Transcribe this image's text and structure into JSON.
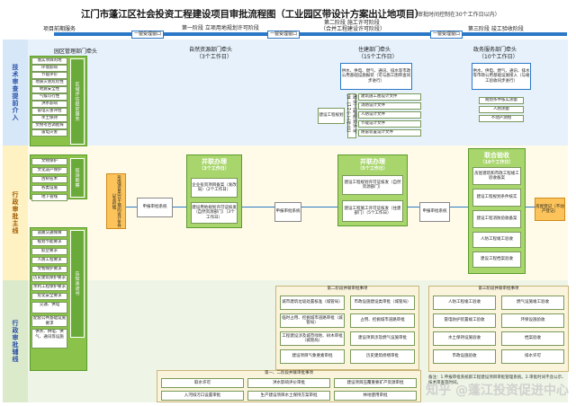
{
  "title": "江门市蓬江区社会投资工程建设项目审批流程图（工业园区带设计方案出让地项目）",
  "subtitle": "（审批时间控制在30个工作日以内）",
  "phases": {
    "pre": "项目前期服务",
    "p1": "第一阶段 立项用地规划许可阶段",
    "p2a": "第二阶段 施工许可阶段",
    "p2b": "（合并工程建设许可阶段）",
    "p3": "第三阶段 竣工验收阶段"
  },
  "stage_tags": [
    "一窗受理窗口",
    "一窗受理窗口",
    "一窗受理窗口",
    "一窗受理窗口"
  ],
  "lanes": {
    "lane1": "技术审查提前介入",
    "lane2": "行政审批主线",
    "lane3": "行政审批辅线"
  },
  "park_dept": "园区管理部门牵头",
  "pre_services": [
    "落实项目的地",
    "环境影响",
    "节能评价",
    "地质灾害危险性",
    "地震安全性",
    "气候可行性",
    "洪水影响",
    "雷电灾害评估",
    "水土保持",
    "文物考古调勘探",
    "雷电灾害"
  ],
  "pre_side_label": "区域评估提前服务",
  "pre_services2": [
    "文物保护",
    "文化遗产保护",
    "古树名木",
    "各类设施",
    "地下管线"
  ],
  "pre_side_label2": "现场勘察",
  "pre_services3": [
    "道路交通保障",
    "规划节能要求",
    "航空要求",
    "人防工程要求",
    "文物保护要求",
    "历史建筑保护要求",
    "水利工程保护要求",
    "危化安全要求",
    "交通、供电",
    "配套公共基础设施要求",
    "供水、供电、供气、通讯等设施"
  ],
  "pre_side_label3": "告知承诺书",
  "pre_output": "形成项目出让土地的设计条件以及控规",
  "accept1": "申报审批系统",
  "p1_dept": "自然资源部门牵头",
  "p1_days": "（3个工作日）",
  "p1_green_title": "并联办理",
  "p1_green_days": "（3个工作日）",
  "p1_items": [
    "企业投资项目备案（发改局）（2个工作日）",
    "建设用地规划许可证核发（自然资源部门）（3个工作日）"
  ],
  "p2_dept": "住建部门牵头",
  "p2_days": "（15个工作日）",
  "p2_top": "供水、供电、燃气、通讯、排水等市政公用基础设施报装（可与施工图审查同步进行）",
  "p2_label": "建设工程规划",
  "p2_side": "建设工程规划许可证（12个工作日）",
  "p2_docs": [
    "建筑施工图设计文件",
    "消防设计文件",
    "人防设计文件",
    "节能设计文件",
    "防雷装置设计文件"
  ],
  "p2_green_title": "并联办理",
  "p2_green_days": "（5个工作日）",
  "p2_items": [
    "建设工程规划许可证核发（自然资源部门）",
    "建设工程施工许可证核发（住建部门）（5个工作日）"
  ],
  "p3_dept": "政务服务部门牵头",
  "p3_days": "（10个工作日）",
  "p3_top": "供水、供电、燃气、通讯、排水等市政公用基础设施接入（与竣工验收同步进行）",
  "p3_docs": [
    "规划条件核实测量",
    "人防测量",
    "不动产测绘"
  ],
  "p3_green_title": "联合验收",
  "p3_green_days": "（10个工作日）",
  "p3_items": [
    "房屋建筑和市政工程竣工验收备案",
    "建设工程规划条件核实",
    "建设工程消防验收备案",
    "人防工程竣工验收",
    "建设工程档案验收"
  ],
  "p3_output": "房屋登记（不动产登记）",
  "accept_labels": [
    "申报审批系统",
    "申报审批系统",
    "申报审批系统"
  ],
  "panel1_title": "第二阶段并联审批事项",
  "panel1_items": [
    "城市建筑垃圾处置核准（城管局）",
    "市政设施建设类审批（城管局）",
    "临时占用、挖掘城市道路审批（城管局）",
    "占用、挖掘城市道路审批",
    "工程建设涉及城市绿地、树木审批（城管局）",
    "建设项目涉及燃气设施审批",
    "建设项目气象要素审批",
    "历史建筑修缮审批"
  ],
  "panel2_title": "第三阶段并联审批事项",
  "panel2_items": [
    "人防工程竣工验收",
    "燃气设施竣工验收",
    "雷电防护装置竣工验收",
    "环保设施验收",
    "水土保持设施验收",
    "档案验收",
    "市政设施验收",
    "排水许可"
  ],
  "panel3_title": "第一、二阶段并联审批事项",
  "panel3_items": [
    "取水许可",
    "洪水影响评价审批",
    "建设项目压覆重要矿产资源审批",
    "入河排污口设置审批",
    "生产建设项目水土保持方案审批",
    "林地使用审批"
  ],
  "footnote": "备注：1.申报审批系统即工程建设项目审批管理系统。2.审批时间不含公示、技术审查等时间。",
  "watermark": "知乎 @蓬江投资促进中心"
}
